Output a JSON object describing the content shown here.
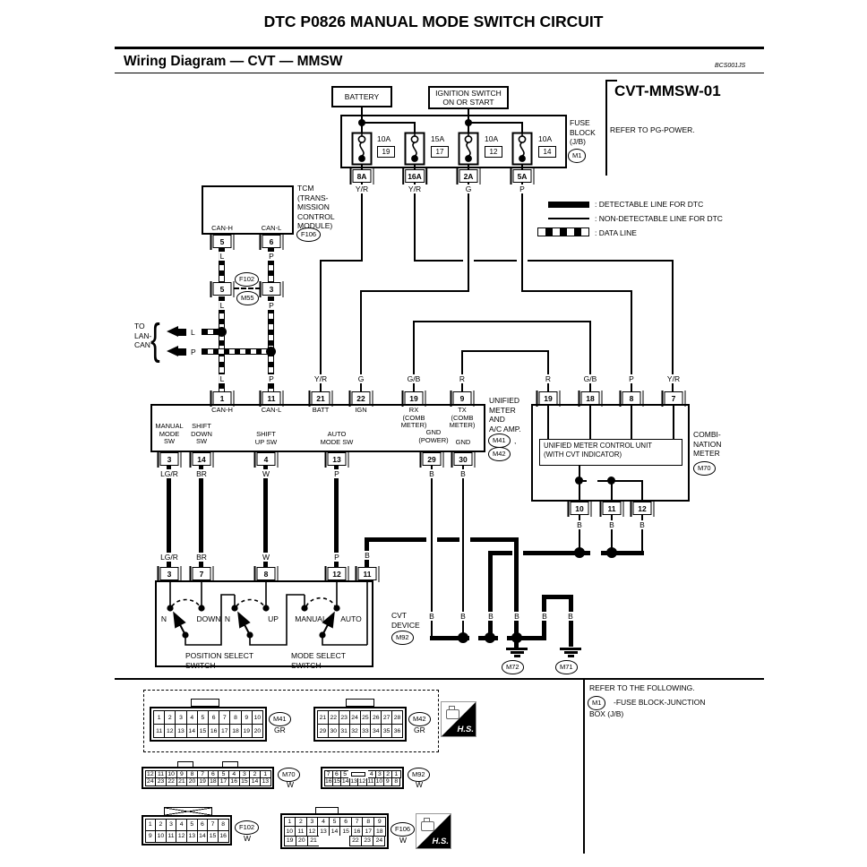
{
  "page": {
    "title": "DTC P0826 MANUAL MODE SWITCH CIRCUIT",
    "section_title": "Wiring Diagram — CVT — MMSW",
    "doc_code": "BCS001JS",
    "diagram_id": "CVT-MMSW-01"
  },
  "legend": {
    "detectable": ": DETECTABLE LINE FOR DTC",
    "non_detectable": ": NON-DETECTABLE LINE FOR DTC",
    "data_line": ": DATA LINE"
  },
  "power": {
    "battery": "BATTERY",
    "ignition_lines": [
      "IGNITION SWITCH",
      "ON OR START"
    ],
    "fuse_block_lines": [
      "FUSE",
      "BLOCK",
      "(J/B)"
    ],
    "fuse_block_connector": "M1",
    "refer": "REFER TO PG-POWER.",
    "fuses": [
      {
        "amp": "10A",
        "num": "19",
        "pin": "8A",
        "color": "Y/R"
      },
      {
        "amp": "15A",
        "num": "17",
        "pin": "16A",
        "color": "Y/R"
      },
      {
        "amp": "10A",
        "num": "12",
        "pin": "2A",
        "color": "G"
      },
      {
        "amp": "10A",
        "num": "14",
        "pin": "5A",
        "color": "P"
      }
    ]
  },
  "tcm": {
    "name_lines": [
      "TCM",
      "(TRANS-",
      "MISSION",
      "CONTROL",
      "MODULE)"
    ],
    "connector": "F106",
    "canh": {
      "label": "CAN-H",
      "pin": "5",
      "color": "L"
    },
    "canl": {
      "label": "CAN-L",
      "pin": "6",
      "color": "P"
    },
    "mid": {
      "top": "F102",
      "bottom": "M55",
      "pin_left": "5",
      "pin_right": "3"
    }
  },
  "lan": {
    "to_lines": [
      "TO",
      "LAN-",
      "CAN"
    ],
    "l": "L",
    "p": "P"
  },
  "unified_meter": {
    "name_lines": [
      "UNIFIED",
      "METER",
      "AND",
      "A/C AMP."
    ],
    "connector1": "M41",
    "comma": ",",
    "connector2": "M42",
    "top_pins": [
      {
        "num": "1",
        "label_lines": [
          "CAN-H"
        ],
        "color": "L"
      },
      {
        "num": "11",
        "label_lines": [
          "CAN-L"
        ],
        "color": "P"
      },
      {
        "num": "21",
        "label_lines": [
          "BATT"
        ],
        "color": "Y/R"
      },
      {
        "num": "22",
        "label_lines": [
          "IGN"
        ],
        "color": "G"
      },
      {
        "num": "19",
        "label_lines": [
          "RX",
          "(COMB",
          "METER)"
        ],
        "color": "G/B"
      },
      {
        "num": "9",
        "label_lines": [
          "TX",
          "(COMB",
          "METER)"
        ],
        "color": "R"
      }
    ],
    "bottom_pins": [
      {
        "num": "3",
        "label_lines": [
          "MANUAL",
          "MODE",
          "SW"
        ],
        "color": "LG/R"
      },
      {
        "num": "14",
        "label_lines": [
          "SHIFT",
          "DOWN",
          "SW"
        ],
        "color": "BR"
      },
      {
        "num": "4",
        "label_lines": [
          "SHIFT",
          "UP SW"
        ],
        "color": "W"
      },
      {
        "num": "13",
        "label_lines": [
          "AUTO",
          "MODE SW"
        ],
        "color": "P"
      },
      {
        "num": "29",
        "label_lines": [
          "GND",
          "(POWER)"
        ],
        "color": "B"
      },
      {
        "num": "30",
        "label_lines": [
          "GND"
        ],
        "color": "B"
      }
    ]
  },
  "combination_meter": {
    "name_lines": [
      "COMBI-",
      "NATION",
      "METER"
    ],
    "connector": "M70",
    "inner_lines": [
      "UNIFIED METER CONTROL UNIT",
      "(WITH CVT INDICATOR)"
    ],
    "top_pins": [
      {
        "num": "19",
        "color": "R"
      },
      {
        "num": "18",
        "color": "G/B"
      },
      {
        "num": "8",
        "color": "P"
      },
      {
        "num": "7",
        "color": "Y/R"
      }
    ],
    "bottom_pins": [
      {
        "num": "10",
        "color": "B"
      },
      {
        "num": "11",
        "color": "B"
      },
      {
        "num": "12",
        "color": "B"
      }
    ]
  },
  "cvt_device": {
    "name_lines": [
      "CVT",
      "DEVICE"
    ],
    "connector": "M92",
    "pins": [
      {
        "num": "3",
        "color": "LG/R"
      },
      {
        "num": "7",
        "color": "BR"
      },
      {
        "num": "8",
        "color": "W"
      },
      {
        "num": "12",
        "color": "P"
      },
      {
        "num": "11",
        "color": "B"
      }
    ],
    "contacts": {
      "n1": "N",
      "down": "DOWN",
      "n2": "N",
      "up": "UP",
      "manual": "MANUAL",
      "auto": "AUTO"
    },
    "switch1_lines": [
      "POSITION SELECT",
      "SWITCH"
    ],
    "switch2_lines": [
      "MODE SELECT",
      "SWITCH"
    ]
  },
  "grounds": {
    "b": "B",
    "g1": "M72",
    "g2": "M71"
  },
  "refer_note": {
    "line1": "REFER TO THE FOLLOWING.",
    "connector": "M1",
    "line2": "-FUSE BLOCK-JUNCTION",
    "line3": "BOX (J/B)"
  },
  "hs": "H.S.",
  "connector_views": {
    "m41": {
      "id": "M41",
      "color": "GR",
      "rows": [
        [
          "1",
          "2",
          "3",
          "4",
          "5",
          "6",
          "7",
          "8",
          "9",
          "10"
        ],
        [
          "11",
          "12",
          "13",
          "14",
          "15",
          "16",
          "17",
          "18",
          "19",
          "20"
        ]
      ]
    },
    "m42": {
      "id": "M42",
      "color": "GR",
      "rows": [
        [
          "21",
          "22",
          "23",
          "24",
          "25",
          "26",
          "27",
          "28"
        ],
        [
          "29",
          "30",
          "31",
          "32",
          "33",
          "34",
          "35",
          "36"
        ]
      ]
    },
    "m70": {
      "id": "M70",
      "color": "W",
      "rows": [
        [
          "12",
          "11",
          "10",
          "9",
          "8",
          "7",
          "6",
          "5",
          "4",
          "3",
          "2",
          "1"
        ],
        [
          "24",
          "23",
          "22",
          "21",
          "20",
          "19",
          "18",
          "17",
          "16",
          "15",
          "14",
          "13"
        ]
      ]
    },
    "m92": {
      "id": "M92",
      "color": "W",
      "rows": [
        [
          "7",
          "6",
          "5",
          "|slot|",
          "4",
          "3",
          "2",
          "1"
        ],
        [
          "16",
          "15",
          "14",
          "13",
          "12",
          "11",
          "10",
          "9",
          "8"
        ]
      ]
    },
    "f102": {
      "id": "F102",
      "color": "W",
      "rows": [
        [
          "1",
          "2",
          "3",
          "4",
          "5",
          "6",
          "7",
          "8"
        ],
        [
          "9",
          "10",
          "11",
          "12",
          "13",
          "14",
          "15",
          "16"
        ]
      ]
    },
    "f106": {
      "id": "F106",
      "color": "W",
      "rows": [
        [
          "1",
          "2",
          "3",
          "4",
          "5",
          "6",
          "7",
          "8",
          "9"
        ],
        [
          "10",
          "11",
          "12",
          "13",
          "14",
          "15",
          "16",
          "17",
          "18"
        ],
        [
          "19",
          "20",
          "21",
          "",
          "",
          "",
          "22",
          "23",
          "24"
        ]
      ]
    }
  }
}
